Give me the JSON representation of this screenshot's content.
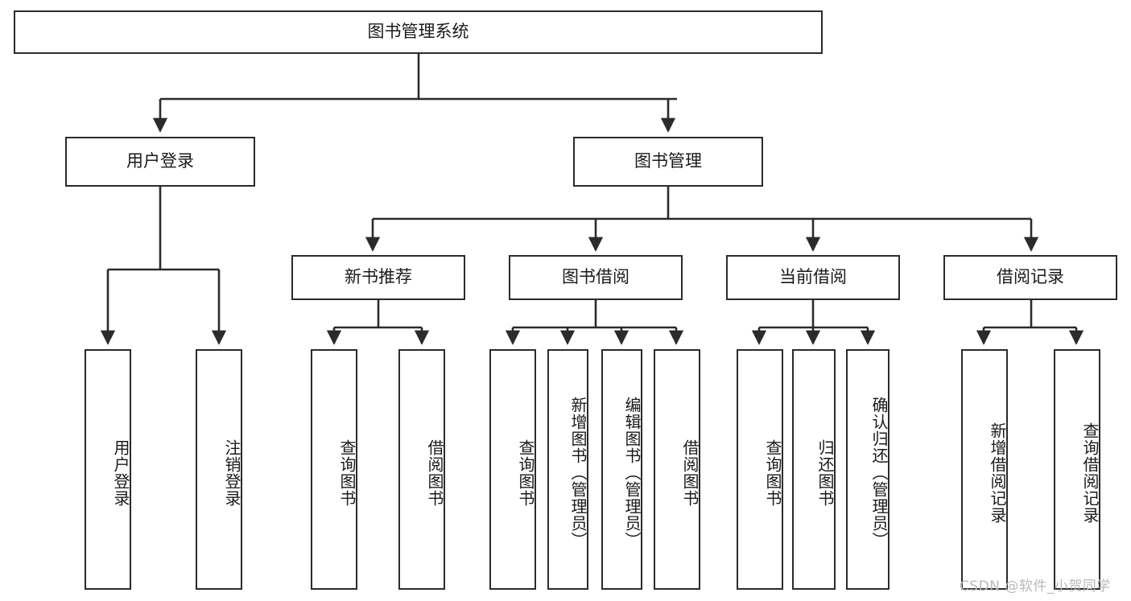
{
  "diagram": {
    "title": "图书管理系统",
    "type": "tree",
    "watermark": "CSDN @软件_小贺同学",
    "colors": {
      "border": "#2b2b2b",
      "text": "#1a1a1a",
      "background": "#ffffff",
      "watermark": "#b9b9b9"
    },
    "nodes": {
      "root": {
        "label": "图书管理系统",
        "level": 1
      },
      "l2": [
        {
          "id": "user-login",
          "label": "用户登录",
          "level": 2
        },
        {
          "id": "book-manage",
          "label": "图书管理",
          "level": 2
        }
      ],
      "l3": [
        {
          "id": "new-book-recommend",
          "label": "新书推荐",
          "level": 3
        },
        {
          "id": "book-borrow",
          "label": "图书借阅",
          "level": 3
        },
        {
          "id": "current-borrow",
          "label": "当前借阅",
          "level": 3
        },
        {
          "id": "borrow-record",
          "label": "借阅记录",
          "level": 3
        }
      ],
      "leaves": {
        "user-login": [
          {
            "id": "leaf-user-login",
            "label": "用户登录"
          },
          {
            "id": "leaf-logout",
            "label": "注销登录"
          }
        ],
        "new-book-recommend": [
          {
            "id": "leaf-query-book-1",
            "label": "查询图书"
          },
          {
            "id": "leaf-borrow-book-1",
            "label": "借阅图书"
          }
        ],
        "book-borrow": [
          {
            "id": "leaf-query-book-2",
            "label": "查询图书"
          },
          {
            "id": "leaf-add-book",
            "label": "新增图书（管理员）"
          },
          {
            "id": "leaf-edit-book",
            "label": "编辑图书（管理员）"
          },
          {
            "id": "leaf-borrow-book-2",
            "label": "借阅图书"
          }
        ],
        "current-borrow": [
          {
            "id": "leaf-query-book-3",
            "label": "查询图书"
          },
          {
            "id": "leaf-return-book",
            "label": "归还图书"
          },
          {
            "id": "leaf-confirm-return",
            "label": "确认归还（管理员）"
          }
        ],
        "borrow-record": [
          {
            "id": "leaf-add-record",
            "label": "新增借阅记录"
          },
          {
            "id": "leaf-query-record",
            "label": "查询借阅记录"
          }
        ]
      }
    }
  }
}
